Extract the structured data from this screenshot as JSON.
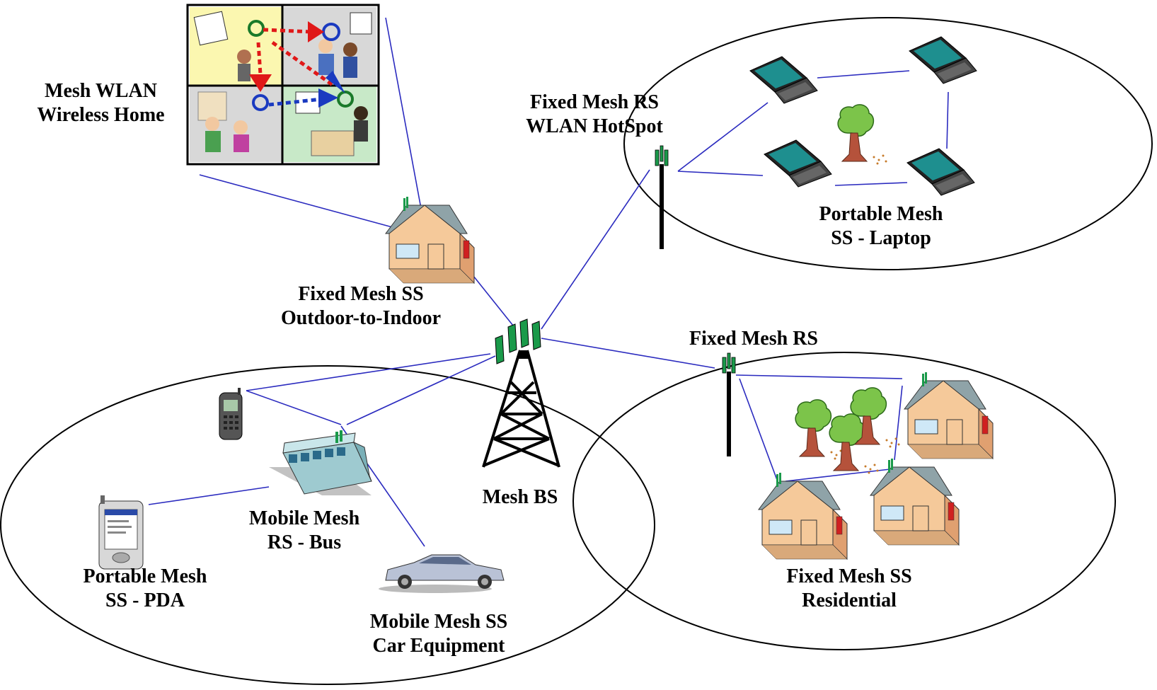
{
  "diagram": {
    "labels": {
      "mesh_wlan": [
        "Mesh WLAN",
        "Wireless Home"
      ],
      "fixed_ss_outdoor": [
        "Fixed Mesh SS",
        "Outdoor-to-Indoor"
      ],
      "fixed_rs_hotspot": [
        "Fixed Mesh RS",
        "WLAN HotSpot"
      ],
      "portable_laptop": [
        "Portable Mesh",
        "SS - Laptop"
      ],
      "mesh_bs": [
        "Mesh BS"
      ],
      "fixed_rs": [
        "Fixed Mesh RS"
      ],
      "mobile_rs_bus": [
        "Mobile Mesh",
        "RS - Bus"
      ],
      "portable_pda": [
        "Portable Mesh",
        "SS - PDA"
      ],
      "mobile_ss_car": [
        "Mobile Mesh SS",
        "Car Equipment"
      ],
      "fixed_ss_residential": [
        "Fixed Mesh SS",
        "Residential"
      ]
    },
    "colors": {
      "link": "#2b2bbf",
      "ellipse": "#000000",
      "house_wall": "#f5c99a",
      "house_roof": "#8fa3a8",
      "tree_canopy": "#7cc44a",
      "tree_trunk": "#b5523b",
      "laptop_screen": "#1e8f8f",
      "bus_body": "#9ecad0",
      "car_body": "#b9c2d6",
      "antenna_green": "#1a9a4a"
    }
  }
}
